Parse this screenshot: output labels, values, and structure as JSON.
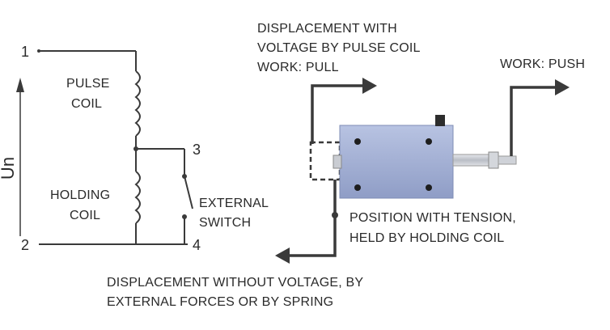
{
  "diagram": {
    "terminals": {
      "t1": "1",
      "t2": "2",
      "t3": "3",
      "t4": "4"
    },
    "voltage_label": "Un",
    "pulse_coil": {
      "line1": "PULSE",
      "line2": "COIL"
    },
    "holding_coil": {
      "line1": "HOLDING",
      "line2": "COIL"
    },
    "external_switch": {
      "line1": "EXTERNAL",
      "line2": "SWITCH"
    },
    "displacement_pull": {
      "line1": "DISPLACEMENT WITH",
      "line2": "VOLTAGE BY PULSE COIL",
      "line3": "WORK: PULL"
    },
    "work_push": "WORK: PUSH",
    "position_tension": {
      "line1": "POSITION WITH TENSION,",
      "line2": "HELD BY HOLDING COIL"
    },
    "displacement_without": {
      "line1": "DISPLACEMENT WITHOUT VOLTAGE, BY",
      "line2": "EXTERNAL FORCES OR BY SPRING"
    },
    "colors": {
      "wire": "#3a3a3a",
      "solenoid_body": "#a6b3d6",
      "solenoid_edge": "#7f8db5",
      "shaft": "#c9ccd2"
    }
  }
}
